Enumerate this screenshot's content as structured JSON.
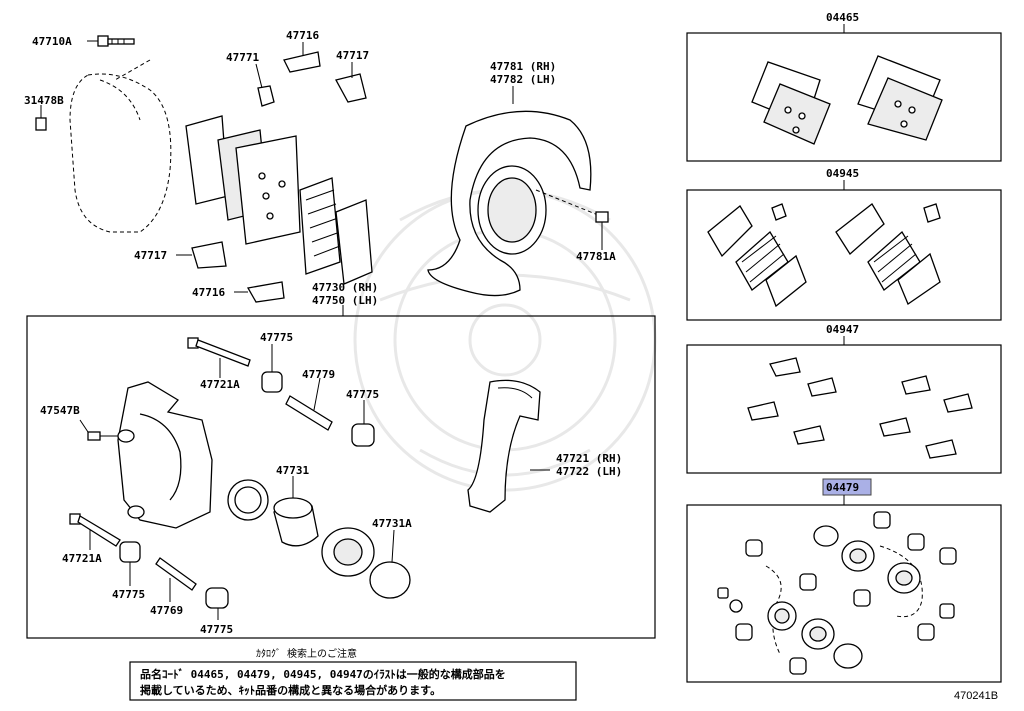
{
  "callouts": {
    "c47710A": "47710A",
    "c31478B": "31478B",
    "c47771": "47771",
    "c47716_top": "47716",
    "c47717_top": "47717",
    "c47717_left": "47717",
    "c47716_left": "47716",
    "c47781_rh": "47781 (RH)",
    "c47782_lh": "47782 (LH)",
    "c47781A": "47781A",
    "c47730_rh": "47730 (RH)",
    "c47750_lh": "47750 (LH)",
    "c47775_a": "47775",
    "c47721A_a": "47721A",
    "c47779": "47779",
    "c47775_b": "47775",
    "c47547B": "47547B",
    "c47731": "47731",
    "c47721_rh": "47721 (RH)",
    "c47722_lh": "47722 (LH)",
    "c47731A": "47731A",
    "c47721A_b": "47721A",
    "c47775_c": "47775",
    "c47769": "47769",
    "c47775_d": "47775"
  },
  "kits": {
    "k04465": "04465",
    "k04945": "04945",
    "k04947": "04947",
    "k04479": "04479"
  },
  "note": {
    "title": "ｶﾀﾛｸﾞ 検索上のご注意",
    "line1": "品名ｺｰﾄﾞ 04465, 04479, 04945, 04947のｲﾗｽﾄは一般的な構成部品を",
    "line2": "掲載しているため、ｷｯﾄ品番の構成と異なる場合があります。"
  },
  "figure_id": "470241B",
  "colors": {
    "highlight": "#aab0e6",
    "line": "#000000"
  }
}
